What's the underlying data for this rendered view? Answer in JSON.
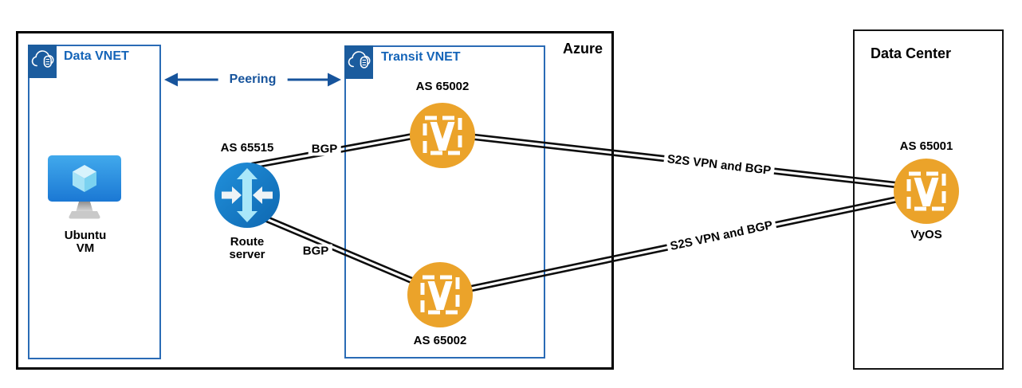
{
  "titles": {
    "azure": "Azure",
    "data_vnet": "Data VNET",
    "transit_vnet": "Transit VNET",
    "data_center": "Data Center"
  },
  "nodes": {
    "ubuntu_vm": {
      "line1": "Ubuntu",
      "line2": "VM"
    },
    "route_server": {
      "as_label": "AS 65515",
      "line1": "Route",
      "line2": "server"
    },
    "vyos_top": {
      "as_label": "AS 65002"
    },
    "vyos_bottom": {
      "as_label": "AS 65002"
    },
    "vyos_dc": {
      "as_label": "AS 65001",
      "name": "VyOS"
    }
  },
  "links": {
    "peering": {
      "label": "Peering"
    },
    "bgp_top": {
      "label": "BGP"
    },
    "bgp_bottom": {
      "label": "BGP"
    },
    "s2s_top": {
      "label": "S2S VPN and BGP"
    },
    "s2s_bottom": {
      "label": "S2S VPN and BGP"
    }
  },
  "icons": {
    "data_vnet_badge": "cloud-vnet-icon",
    "transit_vnet_badge": "cloud-vnet-icon",
    "ubuntu_vm": "azure-vm-icon",
    "route_server": "route-server-icon",
    "vyos_top": "vyos-logo-icon",
    "vyos_bottom": "vyos-logo-icon",
    "vyos_dc": "vyos-logo-icon"
  },
  "colors": {
    "outer_border": "#000000",
    "vnet_border": "#2A6BB5",
    "vnet_badge": "#1B5C9E",
    "vnet_title": "#1464B8",
    "peering": "#17549C",
    "wire": "#0D0D0D",
    "vyos_orange": "#EBA32A",
    "route_server_top": "#2191DC",
    "route_server_bottom": "#0E67B0",
    "vm_top": "#41A9EC",
    "vm_bottom": "#1B78D4",
    "label_text": "#000000"
  }
}
